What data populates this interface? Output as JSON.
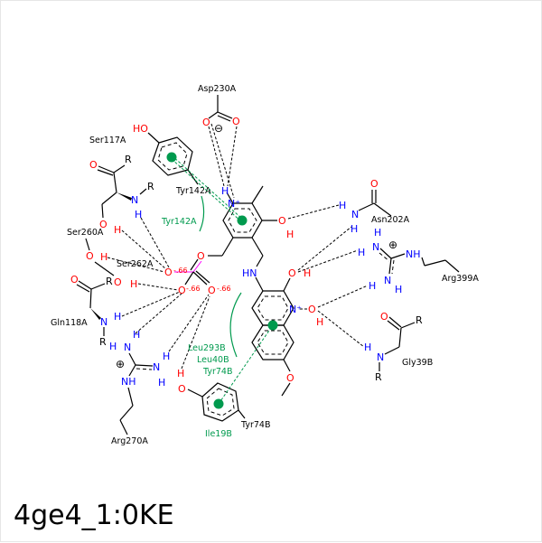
{
  "title": "4ge4_1:0KE",
  "colors": {
    "oxygen": "#ff0000",
    "nitrogen": "#0000ff",
    "hydrophobic": "#009a4e",
    "bond": "#000000"
  },
  "atoms": {
    "O": "O",
    "H": "H",
    "N": "N",
    "R": "R",
    "HN": "HN",
    "NH": "NH",
    "HO": "HO",
    "Nplus": "N⁺",
    "partial_charge": "-.66",
    "minus": "⊖",
    "plus": "⊕"
  },
  "residues": {
    "asp230a": "Asp230A",
    "ser117a": "Ser117A",
    "tyr142a": "Tyr142A",
    "ser260a": "Ser260A",
    "ser262a": "Ser262A",
    "gln118a": "Gln118A",
    "arg270a": "Arg270A",
    "tyr74b": "Tyr74B",
    "asn202a": "Asn202A",
    "arg399a": "Arg399A",
    "gly39b": "Gly39B"
  },
  "hydrophobic_contacts": {
    "tyr142a": "Tyr142A",
    "leu293b": "Leu293B",
    "leu40b": "Leu40B",
    "tyr74b": "Tyr74B",
    "ile19b": "Ile19B"
  }
}
